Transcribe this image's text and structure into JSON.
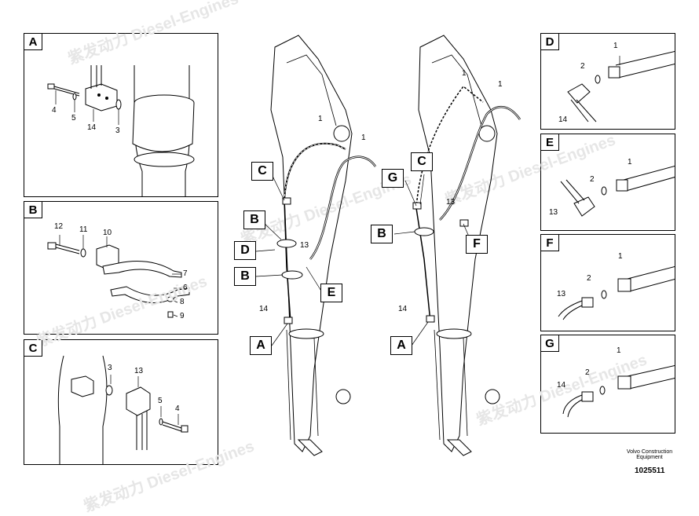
{
  "panels": {
    "A": {
      "tag": "A",
      "labels": {
        "n4": "4",
        "n5": "5",
        "n14": "14",
        "n3": "3"
      }
    },
    "B": {
      "tag": "B",
      "labels": {
        "n12": "12",
        "n11": "11",
        "n10": "10",
        "n7": "7",
        "n6": "6",
        "n8": "8",
        "n9": "9"
      }
    },
    "C": {
      "tag": "C",
      "labels": {
        "n3": "3",
        "n13": "13",
        "n5": "5",
        "n4": "4"
      }
    },
    "D": {
      "tag": "D",
      "labels": {
        "n1": "1",
        "n2": "2",
        "n14": "14"
      }
    },
    "E": {
      "tag": "E",
      "labels": {
        "n1": "1",
        "n2": "2",
        "n13": "13"
      }
    },
    "F": {
      "tag": "F",
      "labels": {
        "n1": "1",
        "n2": "2",
        "n13": "13"
      }
    },
    "G": {
      "tag": "G",
      "labels": {
        "n1": "1",
        "n2": "2",
        "n14": "14"
      }
    }
  },
  "center_left": {
    "callouts": {
      "C": "C",
      "B1": "B",
      "D": "D",
      "B2": "B",
      "E": "E",
      "A": "A"
    },
    "labels": {
      "n1a": "1",
      "n1b": "1",
      "n13": "13",
      "n14": "14"
    }
  },
  "center_right": {
    "callouts": {
      "G": "G",
      "C": "C",
      "B": "B",
      "F": "F",
      "A": "A"
    },
    "labels": {
      "n1a": "1",
      "n1b": "1",
      "n13": "13",
      "n14": "14"
    }
  },
  "footer": {
    "brand": "Volvo Construction Equipment",
    "code": "1025511"
  },
  "watermark": {
    "text": "紫发动力 Diesel-Engines"
  }
}
